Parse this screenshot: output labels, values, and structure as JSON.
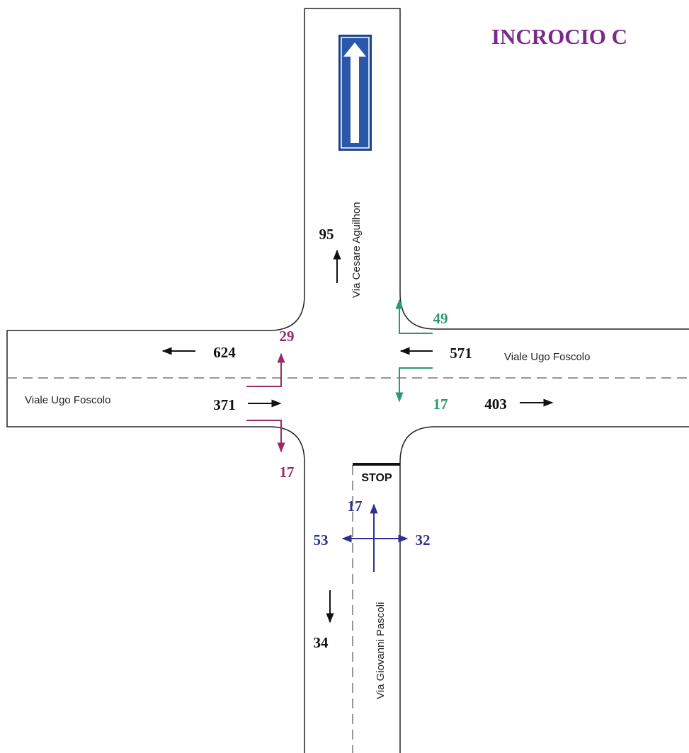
{
  "title": "INCROCIO C",
  "streets": {
    "north": "Via Cesare Aguilhon",
    "south": "Via Giovanni Pascoli",
    "east": "Viale Ugo Foscolo",
    "west": "Viale Ugo Foscolo"
  },
  "stop_sign": "STOP",
  "flows": {
    "north_exit": "95",
    "west_exit": "624",
    "west_through": "371",
    "west_left": "29",
    "west_right": "17",
    "east_through": "571",
    "east_right": "49",
    "east_left": "17",
    "east_exit": "403",
    "south_through": "17",
    "south_left": "53",
    "south_right": "32",
    "south_exit": "34"
  },
  "colors": {
    "title": "#7b2a8c",
    "west_turns": "#9b2a6a",
    "east_turns": "#2a9a6a",
    "south_moves": "#2e3192",
    "neutral": "#111111",
    "sign_blue": "#2a57a8"
  },
  "icons": {
    "one_way_sign": "one-way-arrow-up",
    "arrows": "direction-arrows"
  }
}
